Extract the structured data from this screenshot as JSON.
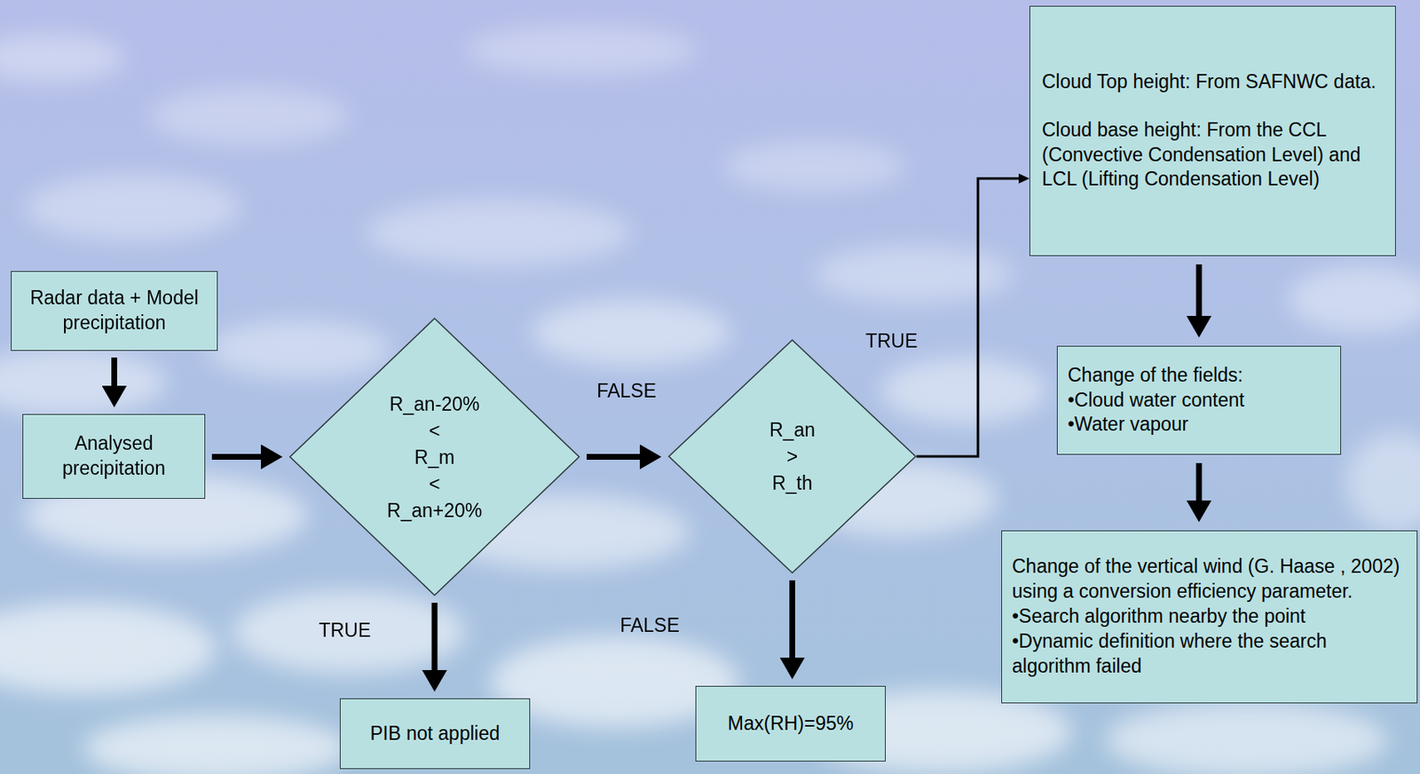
{
  "diagram": {
    "nodes": [
      {
        "text": [
          "Radar data + Model precipitation"
        ]
      },
      {
        "text": [
          "Analysed precipitation"
        ]
      },
      {
        "text": [
          "R_an-20% < R_m < R_an+20%"
        ]
      },
      {
        "text": [
          "R_an > R_th"
        ]
      },
      {
        "text": [
          "PIB not applied"
        ]
      },
      {
        "text": [
          "Max(RH)=95%"
        ]
      },
      {
        "text": [
          "Cloud Top height: From SAFNWC data.",
          "Cloud base height: From the CCL (Convective Condensation Level) and LCL  (Lifting Condensation Level)"
        ]
      },
      {
        "text": [
          "Change of the fields:",
          "•Cloud water content",
          "•Water vapour"
        ]
      },
      {
        "text": [
          "Change of the vertical wind (G. Haase , 2002) using a conversion efficiency parameter.",
          "•Search algorithm nearby the point",
          "•Dynamic definition where the search algorithm failed"
        ]
      }
    ],
    "edges": [
      {
        "from": 0,
        "to": 1,
        "arrow": "to"
      },
      {
        "from": 1,
        "to": 2,
        "arrow": "to"
      },
      {
        "from": 2,
        "to": 3,
        "label": "FALSE",
        "arrow": "to"
      },
      {
        "from": 2,
        "to": 4,
        "label": "TRUE",
        "arrow": "to"
      },
      {
        "from": 3,
        "to": 6,
        "label": "TRUE",
        "arrow": "to"
      },
      {
        "from": 3,
        "to": 5,
        "label": "FALSE",
        "arrow": "to"
      },
      {
        "from": 6,
        "to": 7,
        "arrow": "to"
      },
      {
        "from": 7,
        "to": 8,
        "arrow": "to"
      }
    ]
  }
}
